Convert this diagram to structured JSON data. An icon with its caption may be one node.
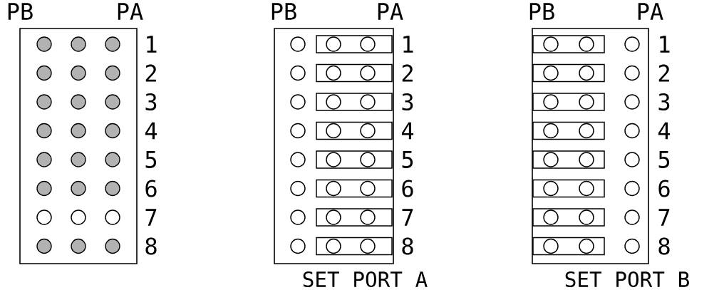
{
  "diagram": {
    "labels": [
      "PB",
      "PA",
      "1",
      "2",
      "3",
      "4",
      "5",
      "6",
      "7",
      "8",
      "PB",
      "PA",
      "1",
      "2",
      "3",
      "4",
      "5",
      "6",
      "7",
      "8",
      "SET PORT A",
      "PB",
      "PA",
      "1",
      "2",
      "3",
      "4",
      "5",
      "6",
      "7",
      "8",
      "SET PORT B"
    ]
  }
}
